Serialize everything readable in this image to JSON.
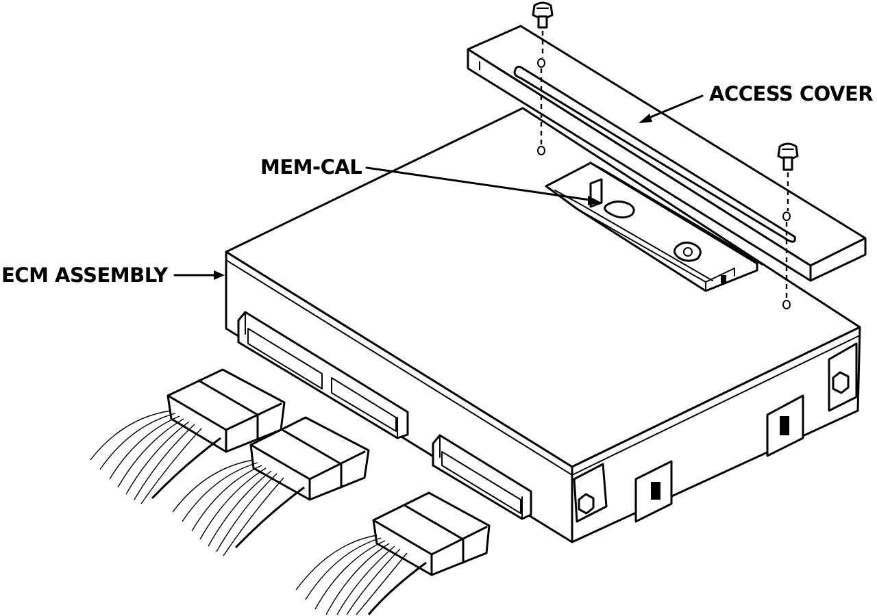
{
  "labels": {
    "access_cover": "ACCESS COVER",
    "mem_cal": "MEM-CAL",
    "ecm_assembly": "ECM ASSEMBLY"
  }
}
